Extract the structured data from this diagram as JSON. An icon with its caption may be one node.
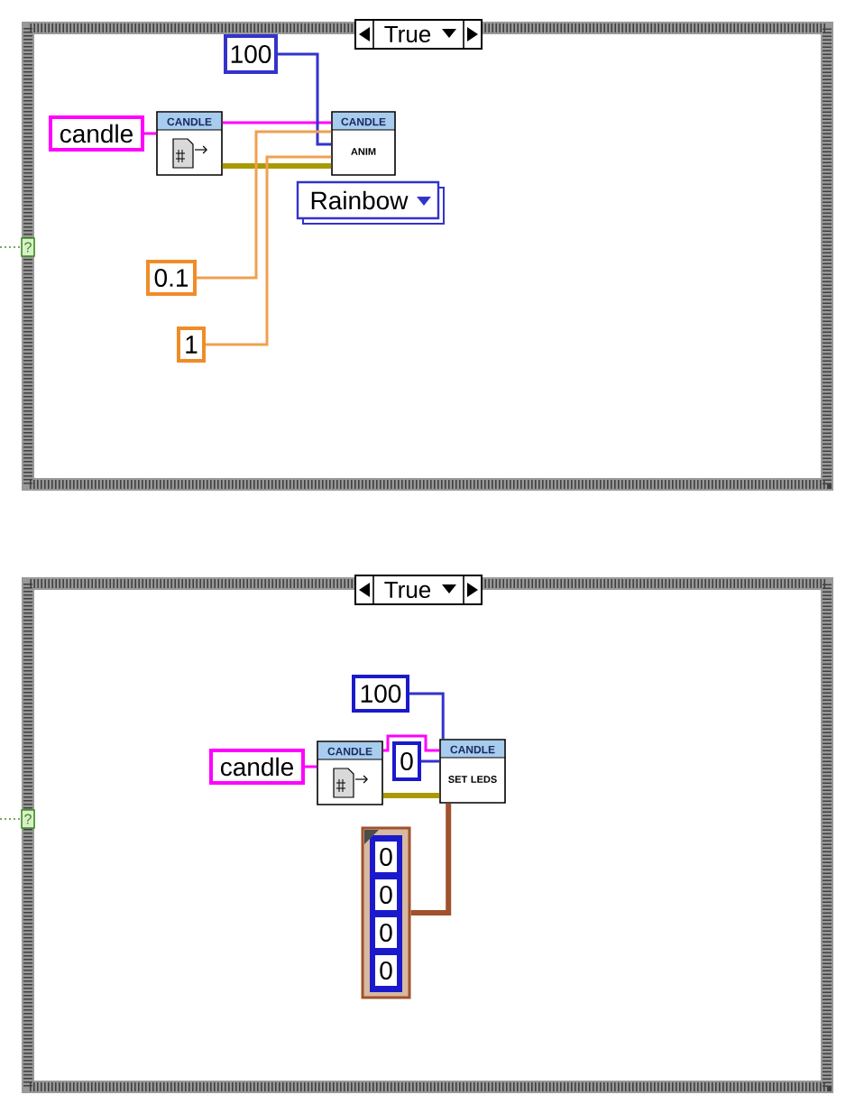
{
  "diagram": {
    "nodes": [
      {
        "text": [
          "True"
        ]
      },
      {
        "text": [
          "100"
        ],
        "in": 0
      },
      {
        "text": [
          "candle"
        ],
        "in": 0
      },
      {
        "text": [
          "CANDLE"
        ],
        "in": 0
      },
      {
        "text": [
          "CANDLE",
          "ANIM"
        ],
        "in": 0
      },
      {
        "text": [
          "Rainbow"
        ],
        "in": 0
      },
      {
        "text": [
          "0.1"
        ],
        "in": 0
      },
      {
        "text": [
          "1"
        ],
        "in": 0
      },
      {
        "text": [
          "?"
        ]
      },
      {
        "text": [
          "True"
        ]
      },
      {
        "text": [
          "100"
        ],
        "in": 9
      },
      {
        "text": [
          "candle"
        ],
        "in": 9
      },
      {
        "text": [
          "CANDLE"
        ],
        "in": 9
      },
      {
        "text": [
          "0"
        ],
        "in": 9
      },
      {
        "text": [
          "CANDLE",
          "SET LEDS"
        ],
        "in": 9
      },
      {
        "text": [],
        "shape": "box",
        "in": 9
      },
      {
        "text": [
          "0"
        ],
        "in": 15
      },
      {
        "text": [
          "0"
        ],
        "in": 15
      },
      {
        "text": [
          "0"
        ],
        "in": 15
      },
      {
        "text": [
          "0"
        ],
        "in": 15
      },
      {
        "text": [
          "?"
        ]
      }
    ],
    "edges": [
      {
        "from": 2,
        "to": 3,
        "arrow": "none",
        "color": "#ff00ff"
      },
      {
        "from": 3,
        "to": 4,
        "arrow": "none",
        "color": "#ff00ff"
      },
      {
        "from": 3,
        "to": 4,
        "arrow": "none",
        "style": "thick",
        "color": "#a89a00"
      },
      {
        "from": 1,
        "to": 4,
        "arrow": "none",
        "color": "#3333cc"
      },
      {
        "from": 6,
        "to": 4,
        "arrow": "none",
        "color": "#f0a050"
      },
      {
        "from": 7,
        "to": 4,
        "arrow": "none",
        "color": "#f0a050"
      },
      {
        "from": null,
        "to": 8,
        "arrow": "none",
        "style": "dashed",
        "color": "#4a8a30"
      },
      {
        "from": 11,
        "to": 12,
        "arrow": "none",
        "color": "#ff00ff"
      },
      {
        "from": 12,
        "to": 14,
        "arrow": "none",
        "color": "#ff00ff"
      },
      {
        "from": 13,
        "to": 14,
        "arrow": "none",
        "color": "#3333cc"
      },
      {
        "from": 10,
        "to": 14,
        "arrow": "none",
        "color": "#3333cc"
      },
      {
        "from": 12,
        "to": 14,
        "arrow": "none",
        "style": "thick",
        "color": "#a89a00"
      },
      {
        "from": 15,
        "to": 14,
        "arrow": "none",
        "style": "thick",
        "color": "#a0522d"
      },
      {
        "from": null,
        "to": 20,
        "arrow": "none",
        "style": "dashed",
        "color": "#4a8a30"
      }
    ]
  }
}
